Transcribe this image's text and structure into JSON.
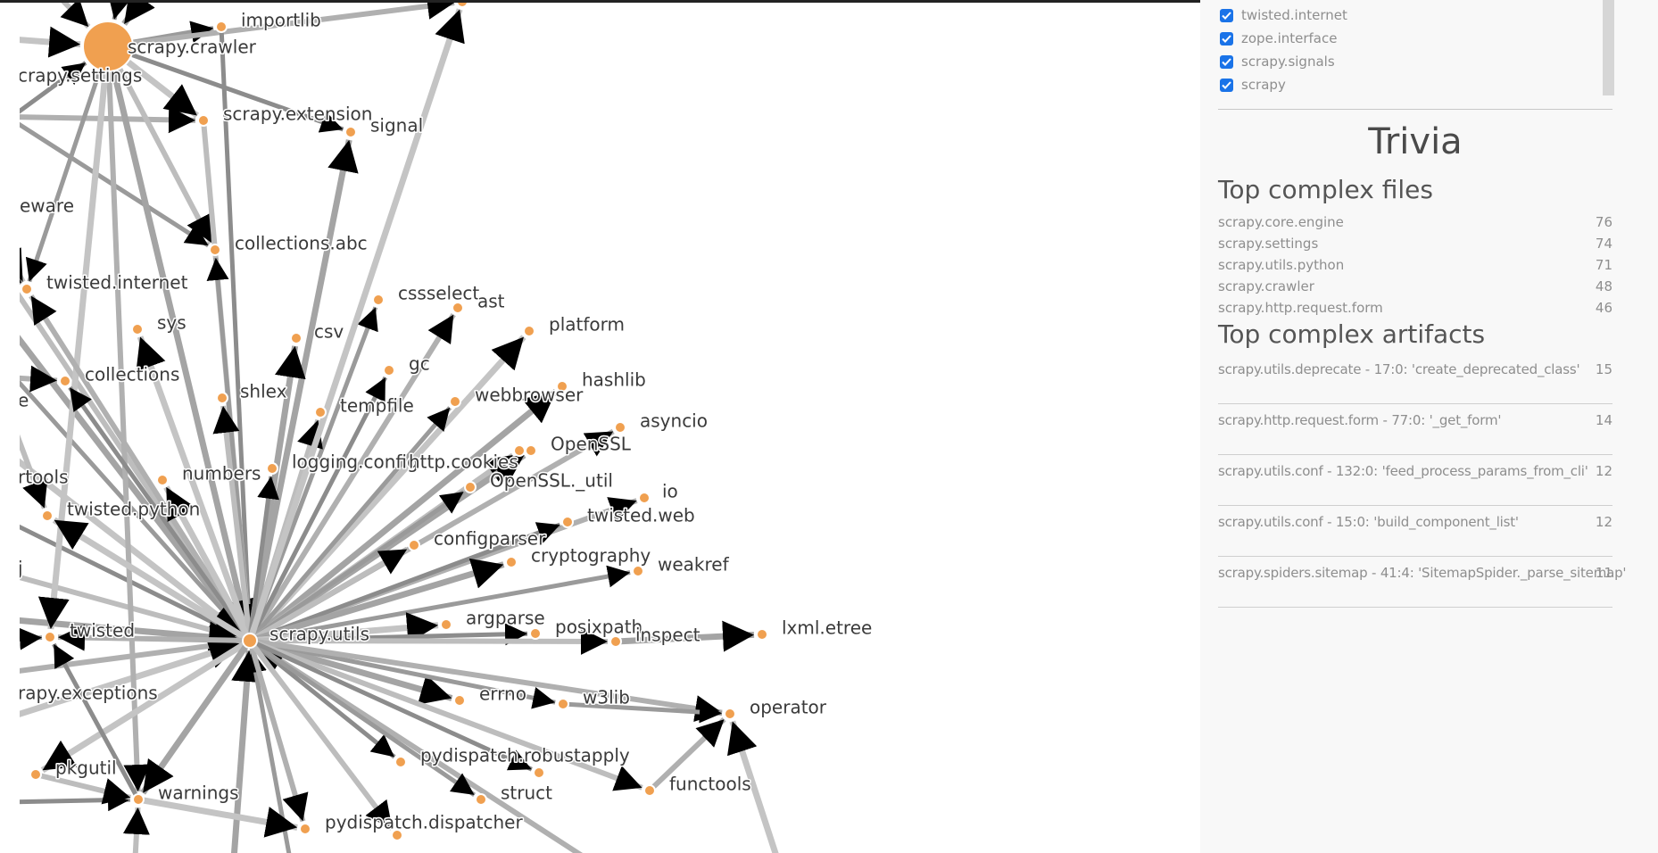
{
  "graph": {
    "nodes": [
      {
        "id": "scrapy.crawler",
        "label": "scrapy.crawler"
      },
      {
        "id": "importlib",
        "label": "importlib"
      },
      {
        "id": "scrapy.settings",
        "label": "crapy.settings"
      },
      {
        "id": "scrapy.extension",
        "label": "scrapy.extension"
      },
      {
        "id": "signal",
        "label": "signal"
      },
      {
        "id": "middleware",
        "label": "eware"
      },
      {
        "id": "collections.abc",
        "label": "collections.abc"
      },
      {
        "id": "twisted.internet",
        "label": "twisted.internet"
      },
      {
        "id": "sys",
        "label": "sys"
      },
      {
        "id": "collections",
        "label": "collections"
      },
      {
        "id": "e",
        "label": "e"
      },
      {
        "id": "shlex",
        "label": "shlex"
      },
      {
        "id": "csv",
        "label": "csv"
      },
      {
        "id": "cssselect",
        "label": "cssselect"
      },
      {
        "id": "ast",
        "label": "ast"
      },
      {
        "id": "platform",
        "label": "platform"
      },
      {
        "id": "gc",
        "label": "gc"
      },
      {
        "id": "tempfile",
        "label": "tempfile"
      },
      {
        "id": "hashlib",
        "label": "hashlib"
      },
      {
        "id": "webbrowser",
        "label": "webbrowser"
      },
      {
        "id": "asyncio",
        "label": "asyncio"
      },
      {
        "id": "tools",
        "label": "rtools"
      },
      {
        "id": "numbers",
        "label": "numbers"
      },
      {
        "id": "logging.config",
        "label": "logging.config"
      },
      {
        "id": "http.cookies",
        "label": "http.cookies"
      },
      {
        "id": "OpenSSL",
        "label": "OpenSSL"
      },
      {
        "id": "OpenSSL._util",
        "label": "OpenSSL._util"
      },
      {
        "id": "io",
        "label": "io"
      },
      {
        "id": "twisted.python",
        "label": "twisted.python"
      },
      {
        "id": "twisted.web",
        "label": "twisted.web"
      },
      {
        "id": "configparser",
        "label": "configparser"
      },
      {
        "id": "cryptography",
        "label": "cryptography"
      },
      {
        "id": "weakref",
        "label": "weakref"
      },
      {
        "id": "j",
        "label": "j"
      },
      {
        "id": "twisted",
        "label": "twisted"
      },
      {
        "id": "scrapy.utils",
        "label": "scrapy.utils"
      },
      {
        "id": "argparse",
        "label": "argparse"
      },
      {
        "id": "posixpath",
        "label": "posixpath"
      },
      {
        "id": "inspect",
        "label": "inspect"
      },
      {
        "id": "lxml.etree",
        "label": "lxml.etree"
      },
      {
        "id": "scrapy.exceptions",
        "label": "rapy.exceptions"
      },
      {
        "id": "errno",
        "label": "errno"
      },
      {
        "id": "w3lib",
        "label": "w3lib"
      },
      {
        "id": "operator",
        "label": "operator"
      },
      {
        "id": "pkgutil",
        "label": "pkgutil"
      },
      {
        "id": "pydispatch.robustapply",
        "label": "pydispatch.robustapply"
      },
      {
        "id": "functools",
        "label": "functools"
      },
      {
        "id": "warnings",
        "label": "warnings"
      },
      {
        "id": "struct",
        "label": "struct"
      },
      {
        "id": "pydispatch.dispatcher",
        "label": "pydispatch.dispatcher"
      },
      {
        "id": "top",
        "label": ""
      },
      {
        "id": "gzip",
        "label": ""
      },
      {
        "id": "copy",
        "label": ""
      }
    ]
  },
  "panel": {
    "filters": [
      {
        "label": "twisted.internet",
        "checked": true
      },
      {
        "label": "zope.interface",
        "checked": true
      },
      {
        "label": "scrapy.signals",
        "checked": true
      },
      {
        "label": "scrapy",
        "checked": true
      }
    ],
    "trivia_title": "Trivia",
    "top_files_title": "Top complex files",
    "top_files": [
      {
        "name": "scrapy.core.engine",
        "value": "76"
      },
      {
        "name": "scrapy.settings",
        "value": "74"
      },
      {
        "name": "scrapy.utils.python",
        "value": "71"
      },
      {
        "name": "scrapy.crawler",
        "value": "48"
      },
      {
        "name": "scrapy.http.request.form",
        "value": "46"
      }
    ],
    "top_artifacts_title": "Top complex artifacts",
    "top_artifacts": [
      {
        "name": "scrapy.utils.deprecate - 17:0: 'create_deprecated_class'",
        "value": "15"
      },
      {
        "name": "scrapy.http.request.form - 77:0: '_get_form'",
        "value": "14"
      },
      {
        "name": "scrapy.utils.conf - 132:0: 'feed_process_params_from_cli'",
        "value": "12"
      },
      {
        "name": "scrapy.utils.conf - 15:0: 'build_component_list'",
        "value": "12"
      },
      {
        "name": "scrapy.spiders.sitemap - 41:4: 'SitemapSpider._parse_sitemap'",
        "value": "11"
      }
    ],
    "colors": {
      "checkbox": "#1a73e8",
      "node": "#f0a050",
      "edge": "#a9a9a9"
    }
  }
}
